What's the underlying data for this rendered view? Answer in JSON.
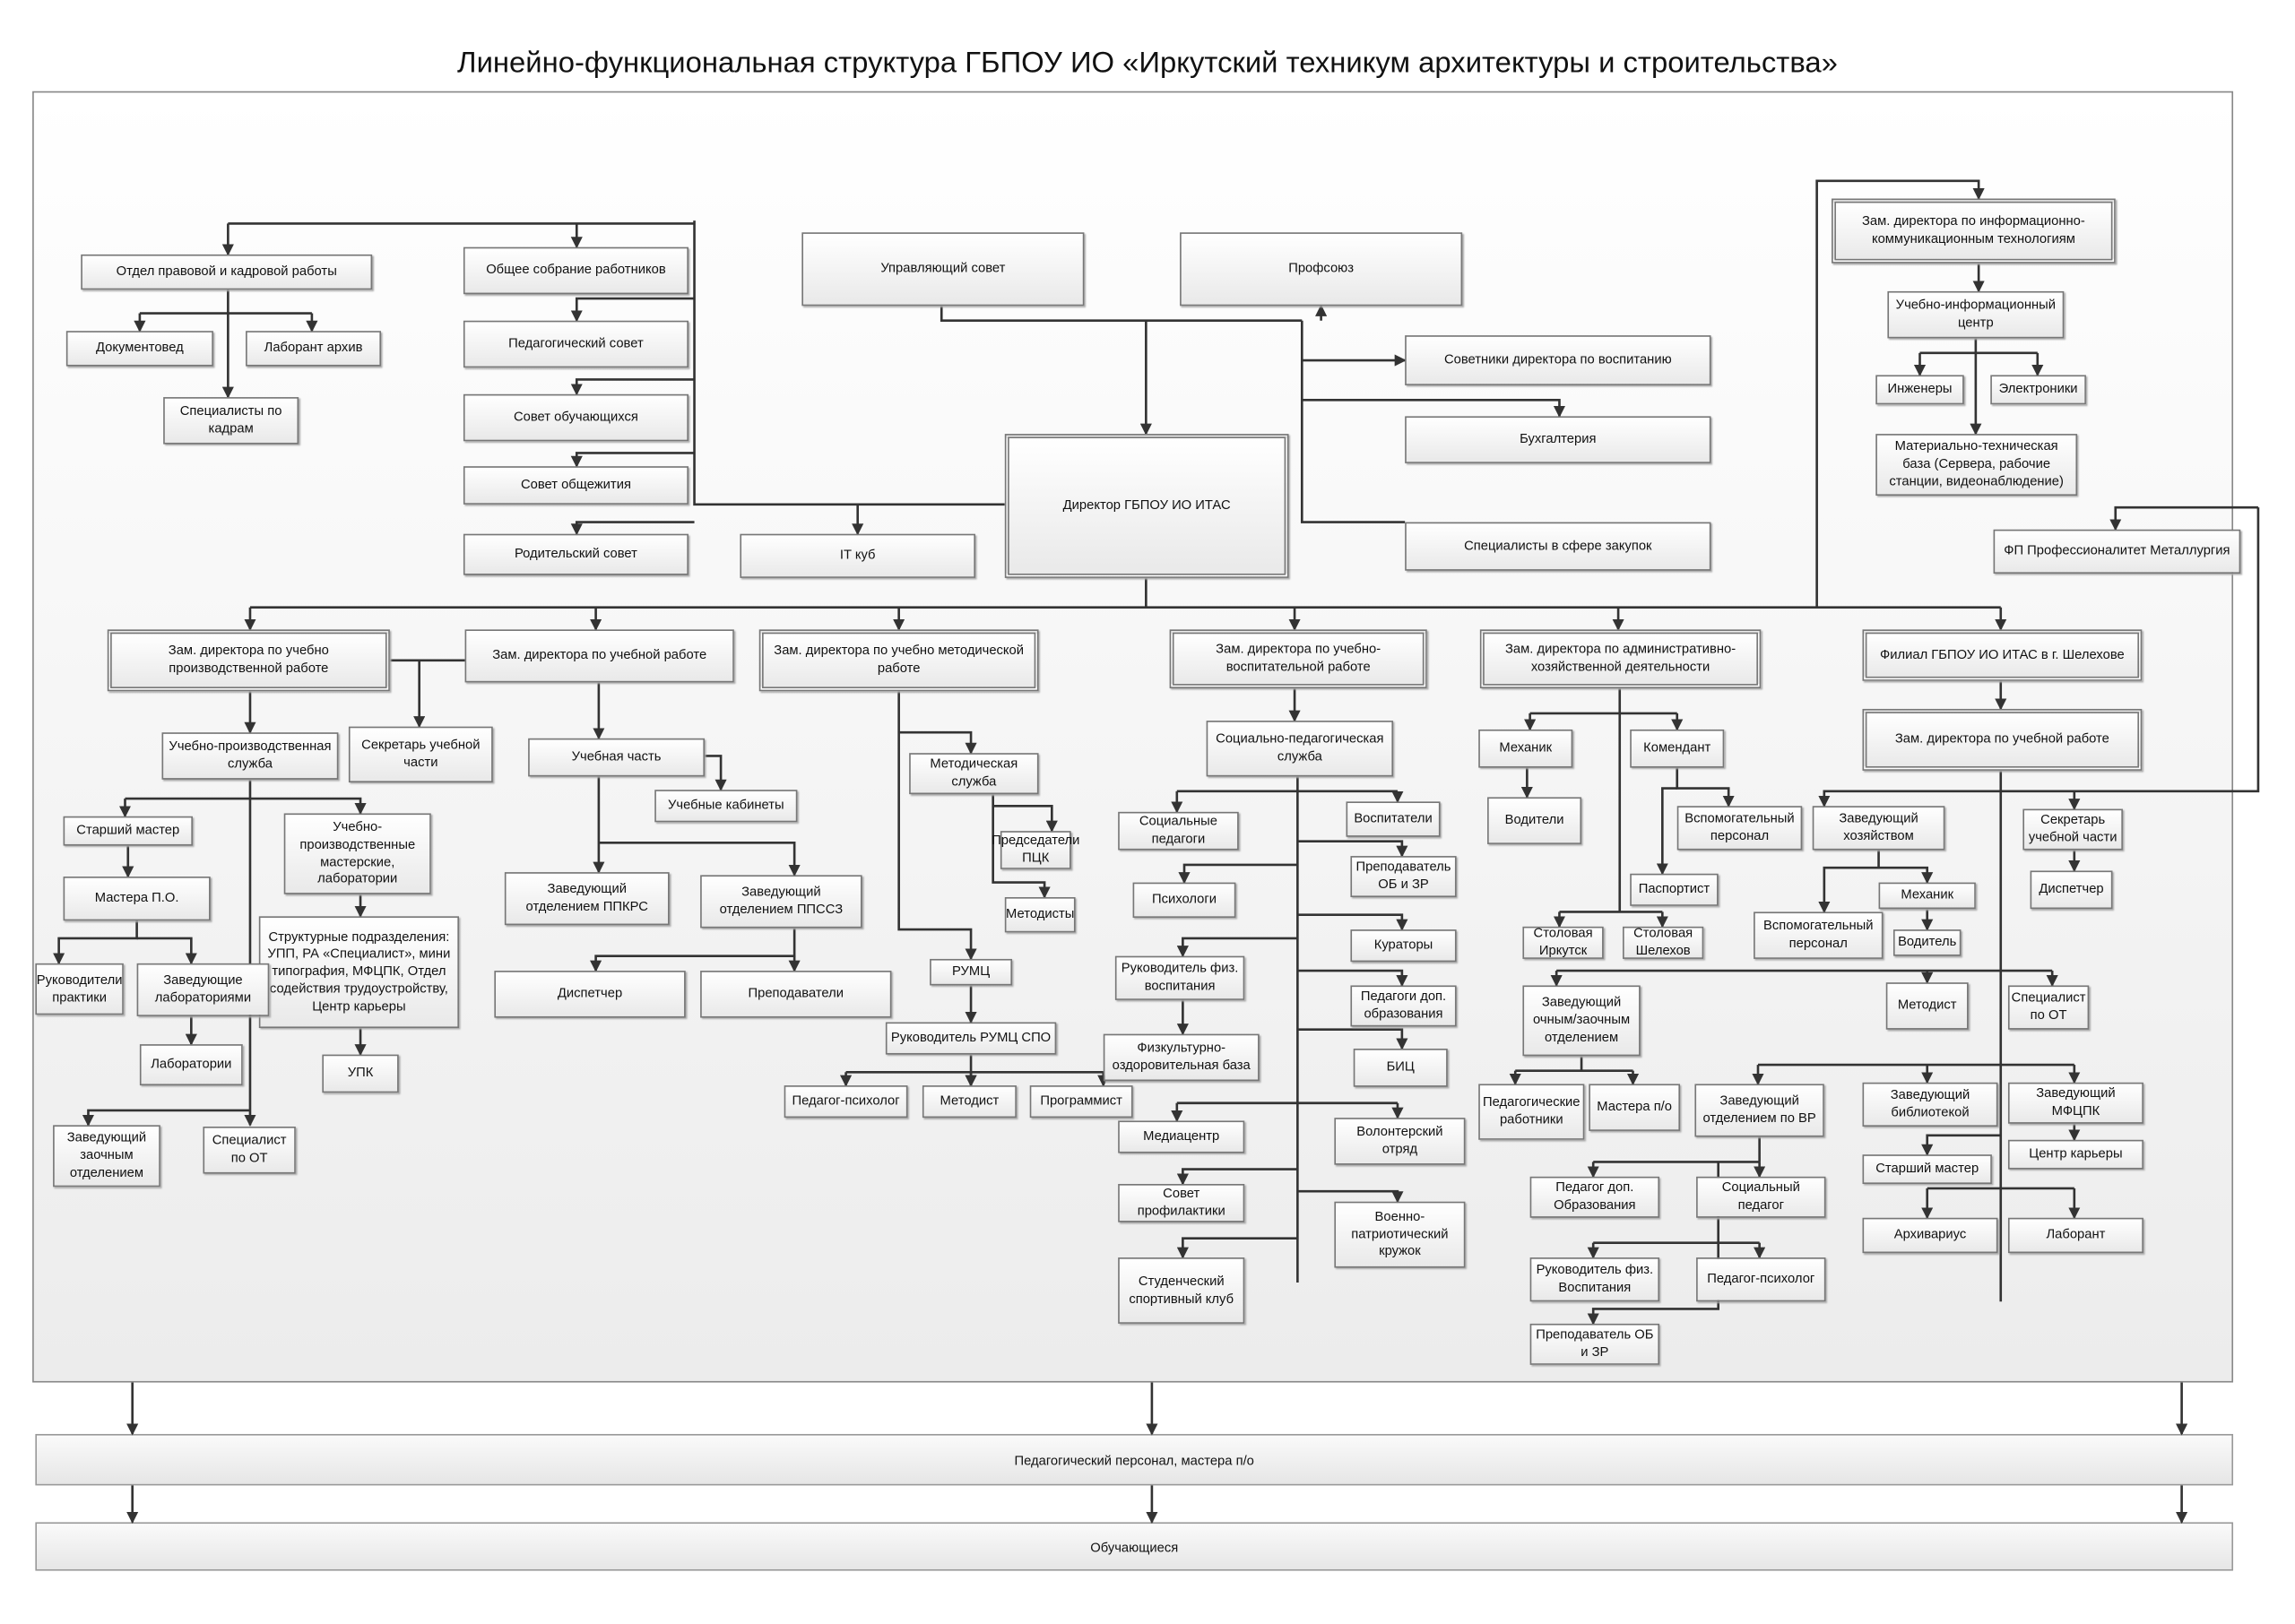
{
  "title": "Линейно-функциональная структура ГБПОУ ИО «Иркутский техникум архитектуры и строительства»",
  "nodes": {
    "legal": "Отдел правовой и кадровой работы",
    "docs": "Документовед",
    "archive": "Лаборант архив",
    "hr_spec": "Специалисты по кадрам",
    "general_meeting": "Общее собрание работников",
    "ped_council": "Педагогический совет",
    "student_council": "Совет обучающихся",
    "dorm_council": "Совет общежития",
    "parent_council": "Родительский совет",
    "board": "Управляющий совет",
    "union": "Профсоюз",
    "advisors": "Советники директора по воспитанию",
    "accounting": "Бухгалтерия",
    "director": "Директор ГБПОУ ИО ИТАС",
    "itcube": "IT куб",
    "procurement": "Специалисты в сфере закупок",
    "dep_ict": "Зам. директора по информационно-коммуникационным технологиям",
    "uic": "Учебно-информационный центр",
    "engineers": "Инженеры",
    "electronics": "Электроники",
    "mtb": "Материально-техническая база (Сервера, рабочие станции, видеонаблюдение)",
    "fp": "ФП Профессионалитет Металлургия",
    "dep_prod": "Зам. директора по учебно производственной работе",
    "dep_edu": "Зам. директора по учебной работе",
    "dep_method": "Зам. директора по учебно методической работе",
    "dep_vosp": "Зам. директора по учебно-воспитательной работе",
    "dep_admin": "Зам. директора по административно-хозяйственной деятельности",
    "branch": "Филиал ГБПОУ ИО ИТАС в г. Шелехове",
    "ups": "Учебно-производственная служба",
    "secretary1": "Секретарь учебной части",
    "senior_master1": "Старший мастер",
    "workshops": "Учебно-производственные мастерские, лаборатории",
    "masters_po": "Мастера П.О.",
    "struct_units": "Структурные подразделения: УПП, РА «Специалист», мини типография, МФЦПК, Отдел содействия трудоустройству, Центр карьеры",
    "practice_heads": "Руководители практики",
    "lab_heads": "Заведующие лабораториями",
    "labs": "Лаборатории",
    "upk": "УПК",
    "extramural_head": "Заведующий заочным отделением",
    "ot_spec1": "Специалист по ОТ",
    "edu_part": "Учебная часть",
    "classrooms": "Учебные кабинеты",
    "ppkrs": "Заведующий отделением ППКРС",
    "ppssz": "Заведующий отделением ППССЗ",
    "dispatcher1": "Диспетчер",
    "teachers": "Преподаватели",
    "method_service": "Методическая служба",
    "pck": "Председатели ПЦК",
    "methodists": "Методисты",
    "rumc": "РУМЦ",
    "rumc_head": "Руководитель РУМЦ СПО",
    "psych1": "Педагог-психолог",
    "methodist1": "Методист",
    "programmer": "Программист",
    "soc_ped_service": "Социально-педагогическая служба",
    "soc_teachers": "Социальные педагоги",
    "educators": "Воспитатели",
    "psychologists": "Психологи",
    "obzr1": "Преподаватель ОБ и ЗР",
    "curators": "Кураторы",
    "phys_head1": "Руководитель физ. воспитания",
    "add_edu": "Педагоги доп. образования",
    "sport_base": "Физкультурно-оздоровительная база",
    "bic": "БИЦ",
    "media": "Медиацентр",
    "volunteers": "Волонтерский отряд",
    "prevention": "Совет профилактики",
    "military": "Военно-патриотический кружок",
    "sport_club": "Студенческий спортивный клуб",
    "mechanic1": "Механик",
    "commandant": "Комендант",
    "drivers": "Водители",
    "aux1": "Вспомогательный персонал",
    "passport": "Паспортист",
    "canteen_irk": "Столовая Иркутск",
    "canteen_shel": "Столовая Шелехов",
    "fulltime_head": "Заведующий очным/заочным отделением",
    "ped_workers": "Педагогические работники",
    "masters_po2": "Мастера п/о",
    "vr_head": "Заведующий отделением по ВР",
    "add_edu2": "Педагог доп. Образования",
    "soc_teacher2": "Социальный педагог",
    "phys_head2": "Руководитель физ. Воспитания",
    "psych2": "Педагог-психолог",
    "obzr2": "Преподаватель ОБ и ЗР",
    "branch_dep": "Зам. директора по учебной работе",
    "household": "Заведующий хозяйством",
    "secretary2": "Секретарь учебной части",
    "mechanic2": "Механик",
    "dispatcher2": "Диспетчер",
    "aux2": "Вспомогательный персонал",
    "driver": "Водитель",
    "methodist2": "Методист",
    "ot_spec2": "Специалист по ОТ",
    "library": "Заведующий библиотекой",
    "mfcpk": "Заведующий МФЦПК",
    "senior_master2": "Старший мастер",
    "career": "Центр карьеры",
    "archivist": "Архивариус",
    "lab_assistant": "Лаборант"
  },
  "bottom": {
    "staff": "Педагогический персонал, мастера п/о",
    "students": "Обучающиеся"
  }
}
